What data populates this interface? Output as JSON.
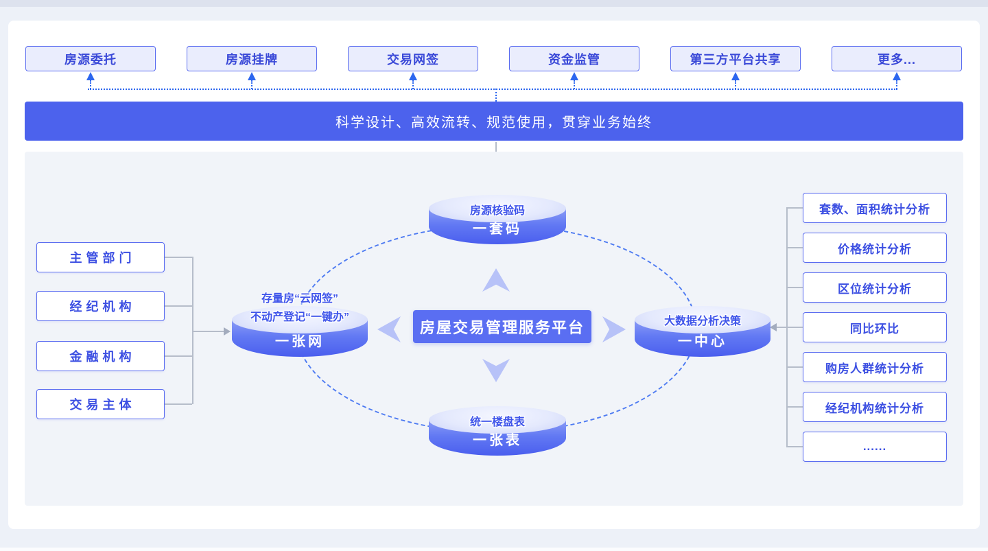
{
  "flow": {
    "items": [
      "房源委托",
      "房源挂牌",
      "交易网签",
      "资金监管",
      "第三方平台共享",
      "更多..."
    ]
  },
  "banner": {
    "text": "科学设计、高效流转、规范使用，贯穿业务始终"
  },
  "platform": {
    "label": "房屋交易管理服务平台"
  },
  "cylinders": {
    "top": {
      "title": "房源核验码",
      "label": "一套码"
    },
    "left": {
      "title_line1": "存量房“云网签”",
      "title_line2": "不动产登记“一键办”",
      "label": "一张网"
    },
    "right": {
      "title": "大数据分析决策",
      "label": "一中心"
    },
    "bottom": {
      "title": "统一楼盘表",
      "label": "一张表"
    }
  },
  "left_entities": [
    "主管部门",
    "经纪机构",
    "金融机构",
    "交易主体"
  ],
  "right_analytics": [
    "套数、面积统计分析",
    "价格统计分析",
    "区位统计分析",
    "同比环比",
    "购房人群统计分析",
    "经纪机构统计分析",
    "......"
  ],
  "colors": {
    "banner_blue": "#4c62ed",
    "node_border_blue": "#5a6cf0",
    "text_blue": "#3c4fe2",
    "dotted_arrow_blue": "#2c66ef",
    "dashed_orbit_blue": "#4e7bf2",
    "cylinder_body_blue": "#5a6ff1",
    "chevron_lavender": "#b7c2f8",
    "connector_gray": "#b6bdca",
    "panel_gray": "#f1f4f9"
  }
}
